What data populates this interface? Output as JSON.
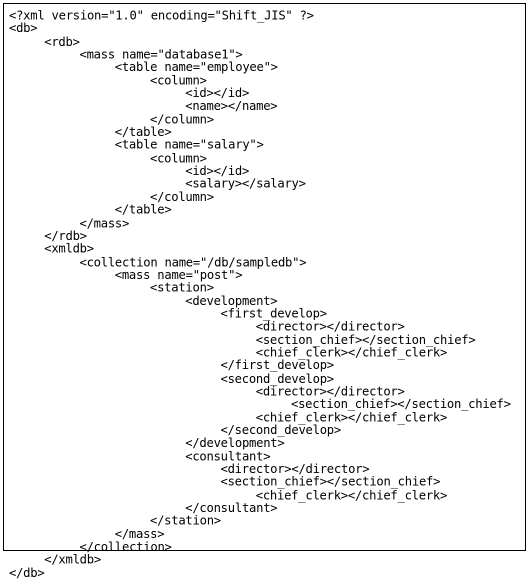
{
  "lines": [
    {
      "indent": 0,
      "text": "<?xml version=\"1.0\" encoding=\"Shift_JIS\" ?>"
    },
    {
      "indent": 0,
      "text": "<db>"
    },
    {
      "indent": 5,
      "text": "<rdb>"
    },
    {
      "indent": 10,
      "text": "<mass name=\"database1\">"
    },
    {
      "indent": 15,
      "text": "<table name=\"employee\">"
    },
    {
      "indent": 20,
      "text": "<column>"
    },
    {
      "indent": 25,
      "text": "<id></id>"
    },
    {
      "indent": 25,
      "text": "<name></name>"
    },
    {
      "indent": 20,
      "text": "</column>"
    },
    {
      "indent": 15,
      "text": "</table>"
    },
    {
      "indent": 15,
      "text": "<table name=\"salary\">"
    },
    {
      "indent": 20,
      "text": "<column>"
    },
    {
      "indent": 25,
      "text": "<id></id>"
    },
    {
      "indent": 25,
      "text": "<salary></salary>"
    },
    {
      "indent": 20,
      "text": "</column>"
    },
    {
      "indent": 15,
      "text": "</table>"
    },
    {
      "indent": 10,
      "text": "</mass>"
    },
    {
      "indent": 5,
      "text": "</rdb>"
    },
    {
      "indent": 5,
      "text": "<xmldb>"
    },
    {
      "indent": 10,
      "text": "<collection name=\"/db/sampledb\">"
    },
    {
      "indent": 15,
      "text": "<mass name=\"post\">"
    },
    {
      "indent": 20,
      "text": "<station>"
    },
    {
      "indent": 25,
      "text": "<development>"
    },
    {
      "indent": 30,
      "text": "<first_develop>"
    },
    {
      "indent": 35,
      "text": "<director></director>"
    },
    {
      "indent": 35,
      "text": "<section_chief></section_chief>"
    },
    {
      "indent": 35,
      "text": "<chief_clerk></chief_clerk>"
    },
    {
      "indent": 30,
      "text": "</first_develop>"
    },
    {
      "indent": 30,
      "text": "<second_develop>"
    },
    {
      "indent": 35,
      "text": "<director></director>"
    },
    {
      "indent": 40,
      "text": "<section_chief></section_chief>"
    },
    {
      "indent": 35,
      "text": "<chief_clerk></chief_clerk>"
    },
    {
      "indent": 30,
      "text": "</second_develop>"
    },
    {
      "indent": 25,
      "text": "</development>"
    },
    {
      "indent": 25,
      "text": "<consultant>"
    },
    {
      "indent": 30,
      "text": "<director></director>"
    },
    {
      "indent": 30,
      "text": "<section_chief></section_chief>"
    },
    {
      "indent": 35,
      "text": "<chief_clerk></chief_clerk>"
    },
    {
      "indent": 25,
      "text": "</consultant>"
    },
    {
      "indent": 20,
      "text": "</station>"
    },
    {
      "indent": 15,
      "text": "</mass>"
    },
    {
      "indent": 10,
      "text": "</collection>"
    },
    {
      "indent": 5,
      "text": "</xmldb>"
    },
    {
      "indent": 0,
      "text": "</db>"
    }
  ]
}
